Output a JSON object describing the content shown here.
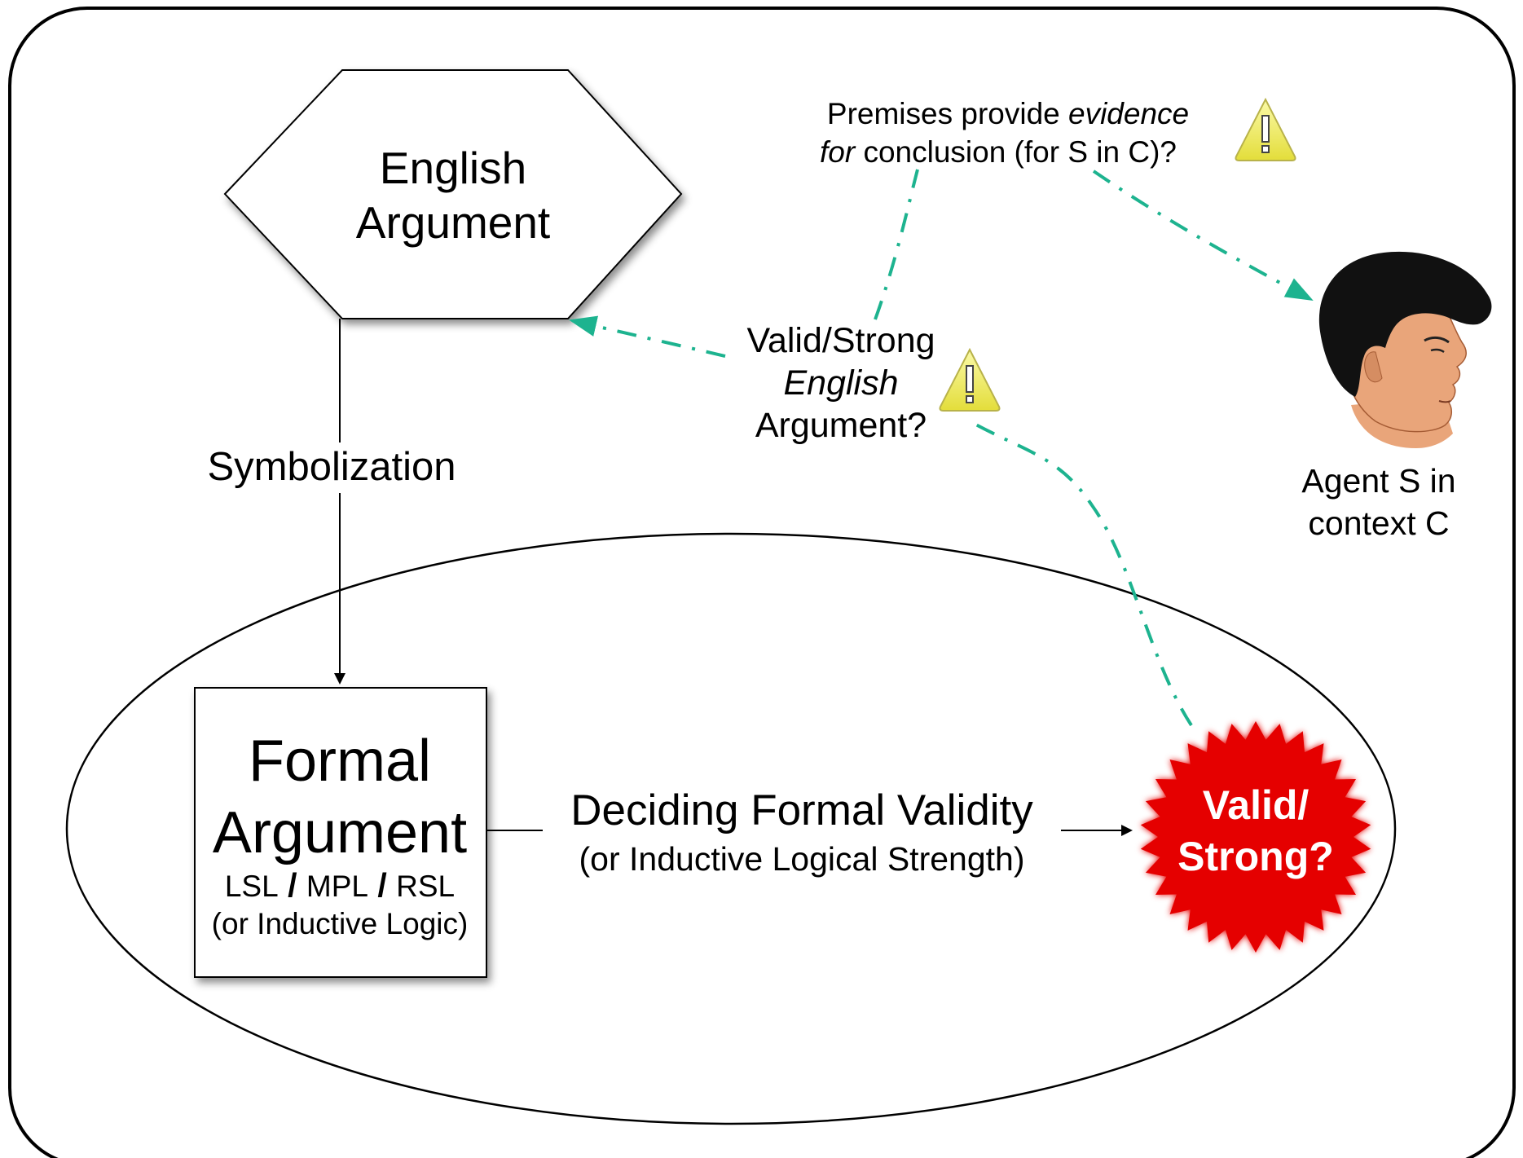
{
  "english_argument": {
    "line1": "English",
    "line2": "Argument"
  },
  "symbolization_label": "Symbolization",
  "formal_argument": {
    "line1": "Formal",
    "line2": "Argument",
    "sub_a": "LSL",
    "sub_b": "MPL",
    "sub_c": "RSL",
    "sub_note": "(or Inductive Logic)"
  },
  "deciding": {
    "line1": "Deciding Formal Validity",
    "line2": "(or Inductive Logical Strength)"
  },
  "starburst": {
    "line1": "Valid/",
    "line2": "Strong?"
  },
  "question_english": {
    "line1": "Valid/Strong",
    "line2": "English",
    "line3": "Argument?"
  },
  "premises_question": {
    "pre": "Premises provide ",
    "em": "evidence",
    "em2": "for",
    "post": " conclusion (for S in C)?"
  },
  "agent": {
    "line1": "Agent S in",
    "line2": "context C"
  },
  "colors": {
    "dashed_arrow": "#1db38f",
    "starburst": "#e50000",
    "warning_fill": "#f2ef6a",
    "skin": "#e9a57a",
    "hair": "#111111"
  },
  "icons": {
    "warning": "warning-icon",
    "agent": "agent-head-icon"
  }
}
